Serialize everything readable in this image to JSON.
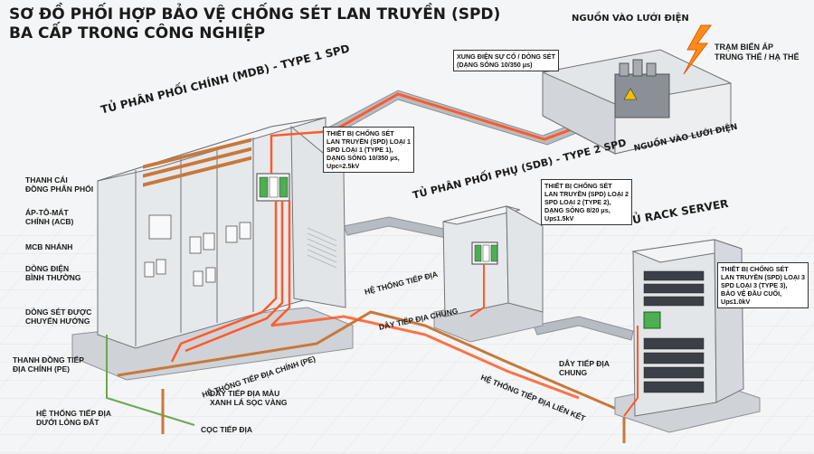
{
  "title": {
    "line1": "SƠ ĐỒ PHỐI HỢP BẢO VỆ CHỐNG SÉT LAN TRUYỀN (SPD)",
    "line2": "BA CẤP TRONG CÔNG NGHIỆP"
  },
  "mdb": {
    "title": "TỦ PHÂN PHỐI CHÍNH (MDB) - TYPE 1 SPD",
    "spd_note": [
      "THIẾT BỊ CHỐNG SÉT",
      "LAN TRUYỀN (SPD) LOẠI 1",
      "SPD LOẠI 1 (TYPE 1),",
      "DẠNG SÓNG 10/350 μs,",
      "Upc≈2.5kV"
    ]
  },
  "left_labels": {
    "busbar": [
      "THANH CÁI",
      "ĐỒNG PHÂN PHỐI"
    ],
    "acb": [
      "ÁP-TÔ-MÁT",
      "CHÍNH (ACB)"
    ],
    "mcb": "MCB NHÁNH",
    "normal_current": [
      "DÒNG ĐIỆN",
      "BÌNH THƯỜNG"
    ],
    "diverted": [
      "DÒNG SÉT ĐƯỢC",
      "CHUYỂN HƯỚNG"
    ],
    "pe_bar": [
      "THANH ĐỒNG TIẾP",
      "ĐỊA CHÍNH (PE)"
    ],
    "underground": [
      "HỆ THỐNG TIẾP ĐỊA",
      "DƯỚI LÒNG ĐẤT"
    ]
  },
  "bottom_labels": {
    "main_pe": "HỆ THỐNG TIẾP ĐỊA CHÍNH (PE)",
    "green_yellow": [
      "DÂY TIẾP ĐỊA MÀU",
      "XANH LÁ SỌC VÀNG"
    ],
    "rod": "CỌC TIẾP ĐỊA",
    "grounding": "HỆ THỐNG TIẾP ĐỊA",
    "common": "DÂY TIẾP ĐỊA CHUNG",
    "common2": [
      "DÂY TIẾP ĐỊA",
      "CHUNG"
    ],
    "bonded": "HỆ THỐNG TIẾP ĐỊA LIÊN KẾT"
  },
  "grid": {
    "title": "NGUỒN VÀO LƯỚI ĐIỆN",
    "bottom": "NGUỒN VÀO LƯỚI ĐIỆN",
    "surge_note": [
      "XUNG ĐIỆN SỰ CỐ / DÒNG SÉT",
      "(DẠNG SÓNG 10/350 μs)"
    ],
    "transformer": [
      "TRẠM BIẾN ÁP",
      "TRUNG THẾ / HẠ THẾ"
    ]
  },
  "sdb": {
    "title": "TỦ PHÂN PHỐI PHỤ (SDB) - TYPE 2 SPD",
    "spd_note": [
      "THIẾT BỊ CHỐNG SÉT",
      "LAN TRUYỀN (SPD) LOẠI 2",
      "SPD LOẠI 2 (TYPE 2),",
      "DẠNG SÓNG 8/20 μs,",
      "Up≤1.5kV"
    ]
  },
  "rack": {
    "title": "TỦ RACK SERVER",
    "spd_note": [
      "THIẾT BỊ CHỐNG SÉT",
      "LAN TRUYỀN (SPD) LOẠI 3",
      "SPD LOẠI 3 (TYPE 3),",
      "BẢO VỆ ĐẦU CUỐI,",
      "Up≤1.0kV"
    ]
  },
  "colors": {
    "cabinet": "#e6e9ec",
    "cabinet_dark": "#c9ced3",
    "surge": "#ff5a2a",
    "surge_glow": "#ffb08a",
    "ground": "#6aa84f",
    "bar": "#c8783a",
    "spd": "#4caf50",
    "bolt": "#ff8c1a"
  }
}
